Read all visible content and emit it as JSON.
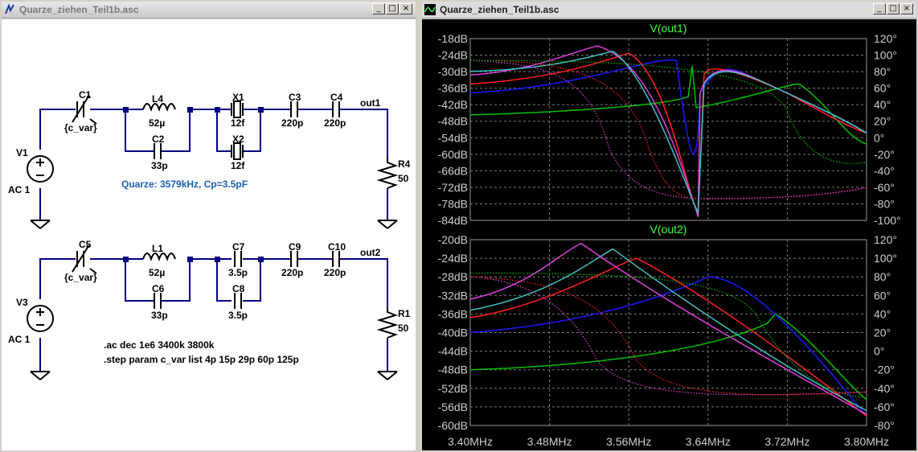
{
  "left_window": {
    "title": "Quarze_ziehen_Teil1b.asc",
    "buttons": {
      "minimize": "_",
      "maximize": "□",
      "close": "×"
    }
  },
  "right_window": {
    "title": "Quarze_ziehen_Teil1b.asc",
    "buttons": {
      "minimize": "_",
      "maximize": "□",
      "close": "×"
    }
  },
  "schematic": {
    "labels": {
      "C1": "C1",
      "C1_val": "{c_var}",
      "L4": "L4",
      "L4_val": "52µ",
      "C2": "C2",
      "C2_val": "33p",
      "X1": "X1",
      "X1_val": "12f",
      "X2": "X2",
      "X2_val": "12f",
      "C3": "C3",
      "C3_val": "220p",
      "C4": "C4",
      "C4_val": "220p",
      "out1": "out1",
      "R4": "R4",
      "R4_val": "50",
      "V1": "V1",
      "V1_val": "AC 1",
      "C5": "C5",
      "C5_val": "{c_var}",
      "L1": "L1",
      "L1_val": "52µ",
      "C6": "C6",
      "C6_val": "33p",
      "C7": "C7",
      "C7_val": "3.5p",
      "C8": "C8",
      "C8_val": "3.5p",
      "C9": "C9",
      "C9_val": "220p",
      "C10": "C10",
      "C10_val": "220p",
      "out2": "out2",
      "R1": "R1",
      "R1_val": "50",
      "V3": "V3",
      "V3_val": "AC 1"
    },
    "comment": "Quarze: 3579kHz, Cp=3.5pF",
    "directive_ac": ".ac dec 1e6 3400k 3800k",
    "directive_step": ".step param c_var list 4p 15p 29p 60p 125p"
  },
  "colors": {
    "wire": "#000080",
    "component": "#000000",
    "comment": "#1a5fb4",
    "grid": "#7a7a7a",
    "axis_text": "#cccccc",
    "trace_label": "#40ff40"
  },
  "plots": [
    {
      "title": "V(out1)",
      "y_left_ticks": [
        "-18dB",
        "-24dB",
        "-30dB",
        "-36dB",
        "-42dB",
        "-48dB",
        "-54dB",
        "-60dB",
        "-66dB",
        "-72dB",
        "-78dB",
        "-84dB"
      ],
      "y_right_ticks": [
        "120°",
        "100°",
        "80°",
        "60°",
        "40°",
        "20°",
        "0°",
        "-20°",
        "-40°",
        "-60°",
        "-80°",
        "-100°"
      ]
    },
    {
      "title": "V(out2)",
      "y_left_ticks": [
        "-20dB",
        "-24dB",
        "-28dB",
        "-32dB",
        "-36dB",
        "-40dB",
        "-44dB",
        "-48dB",
        "-52dB",
        "-56dB",
        "-60dB"
      ],
      "y_right_ticks": [
        "120°",
        "100°",
        "80°",
        "60°",
        "40°",
        "20°",
        "0°",
        "-20°",
        "-40°",
        "-60°",
        "-80°"
      ]
    }
  ],
  "x_ticks": [
    "3.40MHz",
    "3.48MHz",
    "3.56MHz",
    "3.64MHz",
    "3.72MHz",
    "3.80MHz"
  ],
  "trace_colors": [
    "#00c000",
    "#1a1aff",
    "#ff2020",
    "#40c0c0",
    "#e040e0"
  ]
}
